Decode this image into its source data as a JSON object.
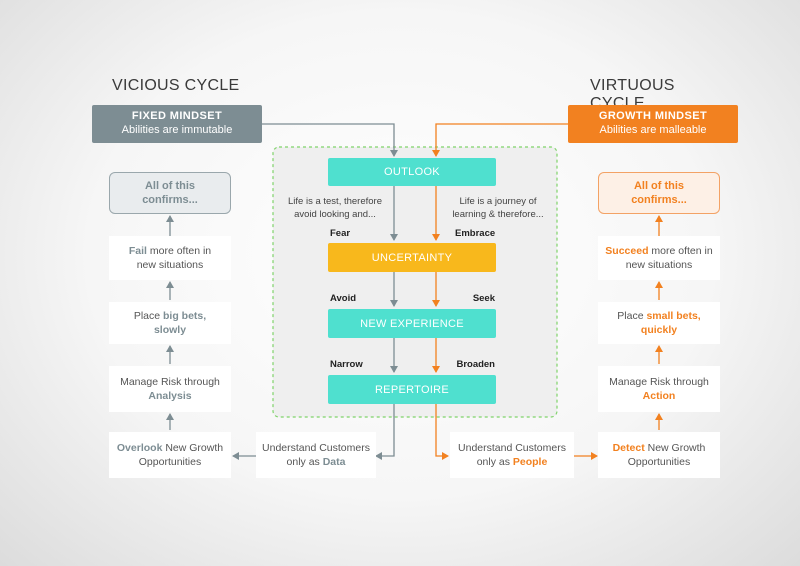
{
  "vicious": {
    "title": "VICIOUS CYCLE",
    "mindset_title": "FIXED MINDSET",
    "mindset_sub": "Abilities are immutable",
    "confirms": "All of this confirms...",
    "fail_strong": "Fail",
    "fail_rest1": " more often in",
    "fail_rest2": "new situations",
    "bets_1": "Place ",
    "bets_strong1": "big bets,",
    "bets_strong2": "slowly",
    "risk_1": "Manage Risk through",
    "risk_strong": "Analysis",
    "overlook_strong": "Overlook",
    "overlook_rest1": " New Growth",
    "overlook_rest2": "Opportunities",
    "cust_1": "Understand Customers",
    "cust_2": "only as ",
    "cust_strong": "Data"
  },
  "virtuous": {
    "title": "VIRTUOUS CYCLE",
    "mindset_title": "GROWTH MINDSET",
    "mindset_sub": "Abilities are malleable",
    "confirms": "All of this confirms...",
    "succeed_strong": "Succeed",
    "succeed_rest1": " more often in",
    "succeed_rest2": "new situations",
    "bets_1": "Place ",
    "bets_strong1": "small bets,",
    "bets_strong2": "quickly",
    "risk_1": "Manage Risk through",
    "risk_strong": "Action",
    "detect_strong": "Detect",
    "detect_rest1": " New Growth",
    "detect_rest2": "Opportunities",
    "cust_1": "Understand Customers",
    "cust_2": "only as ",
    "cust_strong": "People"
  },
  "center": {
    "outlook": "OUTLOOK",
    "left_note1": "Life is a test, therefore",
    "left_note2": "avoid looking and...",
    "right_note1": "Life is a journey of",
    "right_note2": "learning & therefore...",
    "fear": "Fear",
    "embrace": "Embrace",
    "uncertainty": "UNCERTAINTY",
    "avoid": "Avoid",
    "seek": "Seek",
    "new_experience": "NEW EXPERIENCE",
    "narrow": "Narrow",
    "broaden": "Broaden",
    "repertoire": "REPERTOIRE"
  },
  "colors": {
    "gray": "#7d8d93",
    "orange": "#f28120",
    "teal": "#4fe0cf",
    "yellow": "#f8b81c",
    "dashed_green": "#7fd36a"
  }
}
